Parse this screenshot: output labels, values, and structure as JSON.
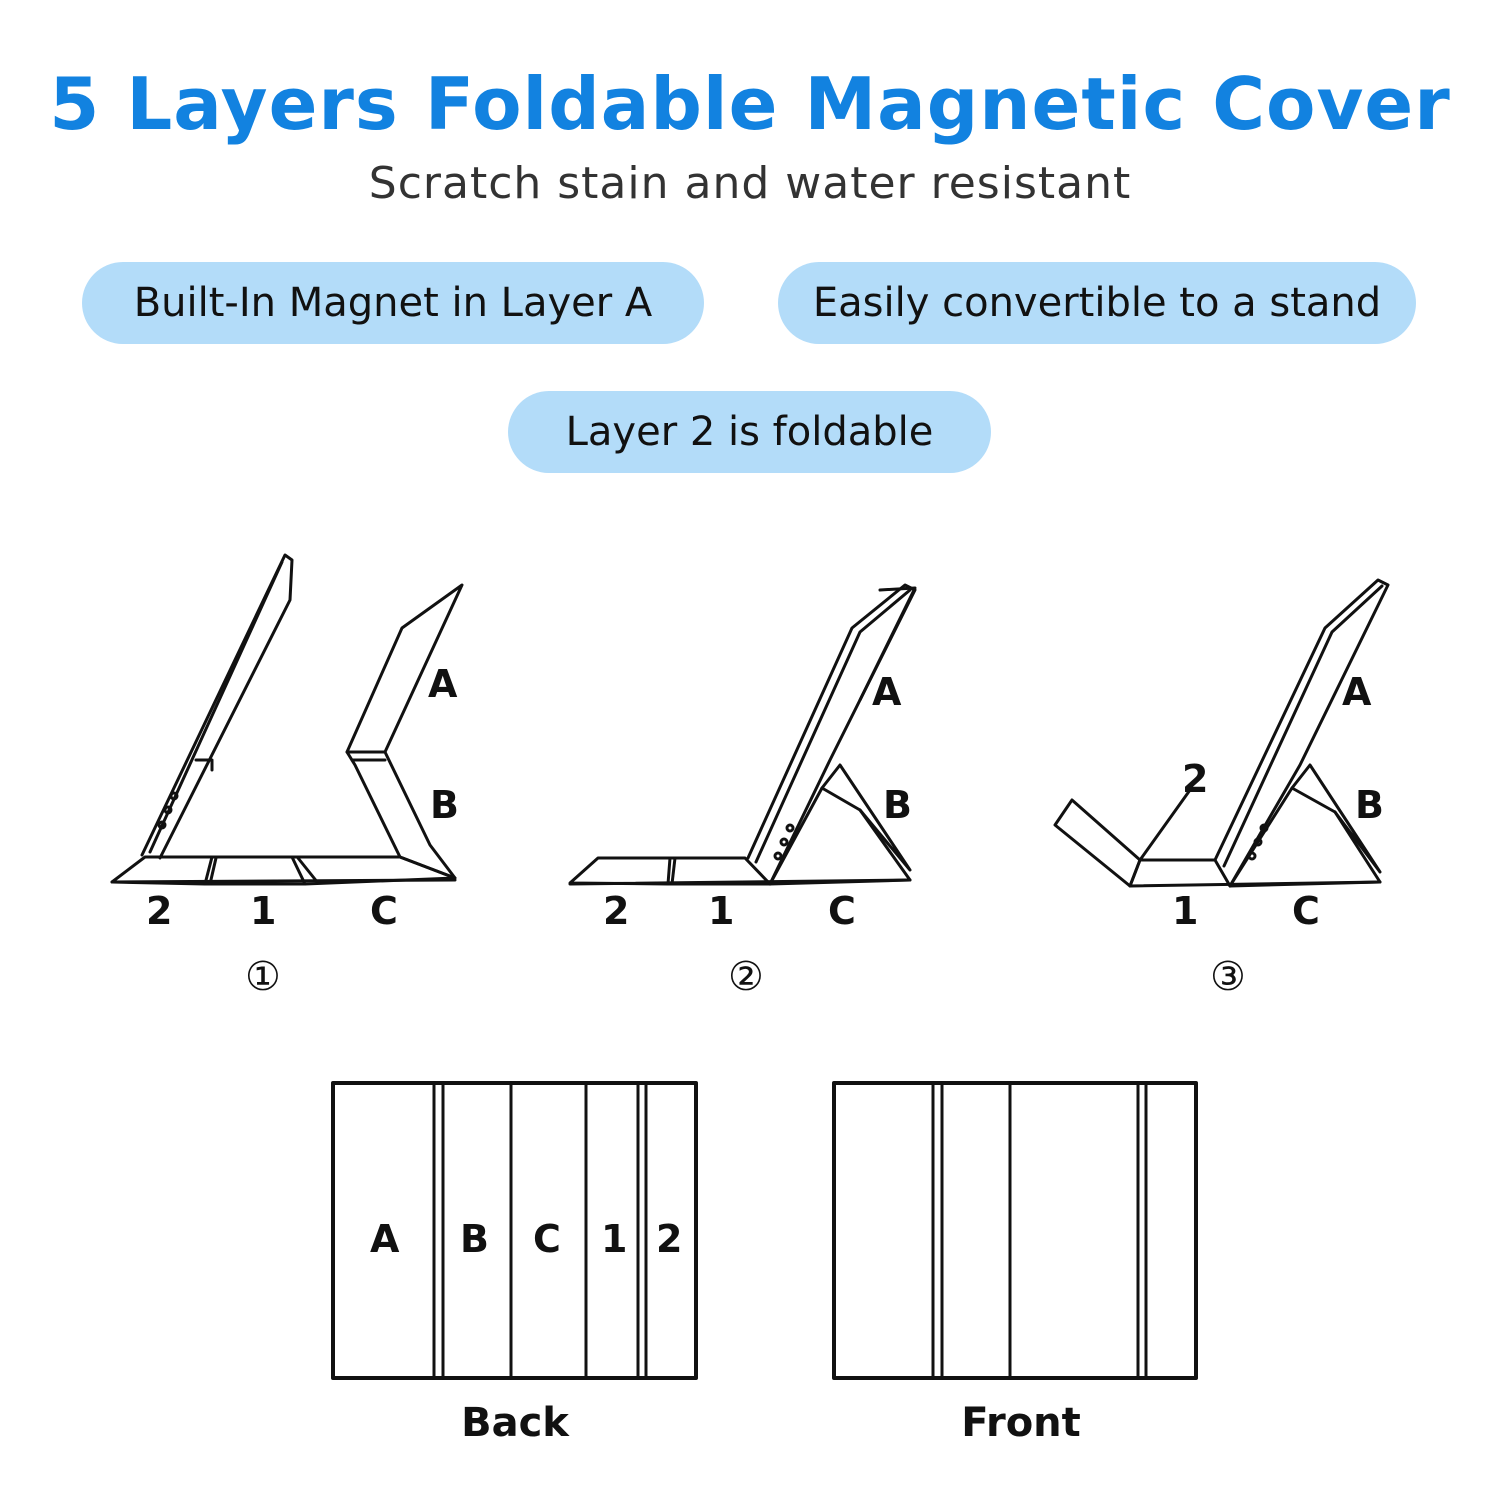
{
  "header": {
    "title": "5 Layers Foldable Magnetic Cover",
    "subtitle": "Scratch stain and water resistant"
  },
  "features": {
    "magnet": "Built-In Magnet in Layer A",
    "stand": "Easily convertible to a stand",
    "foldable": "Layer 2 is foldable"
  },
  "colors": {
    "title": "#1282e0",
    "pill": "#b3dcf9"
  },
  "steps": {
    "step1": {
      "number": "①",
      "labels": {
        "a": "A",
        "b": "B",
        "two": "2",
        "one": "1",
        "c": "C"
      }
    },
    "step2": {
      "number": "②",
      "labels": {
        "a": "A",
        "b": "B",
        "two": "2",
        "one": "1",
        "c": "C"
      }
    },
    "step3": {
      "number": "③",
      "labels": {
        "a": "A",
        "b": "B",
        "two": "2",
        "one": "1",
        "c": "C"
      }
    }
  },
  "panels": {
    "back": {
      "caption": "Back",
      "labels": {
        "a": "A",
        "b": "B",
        "c": "C",
        "one": "1",
        "two": "2"
      }
    },
    "front": {
      "caption": "Front"
    }
  }
}
